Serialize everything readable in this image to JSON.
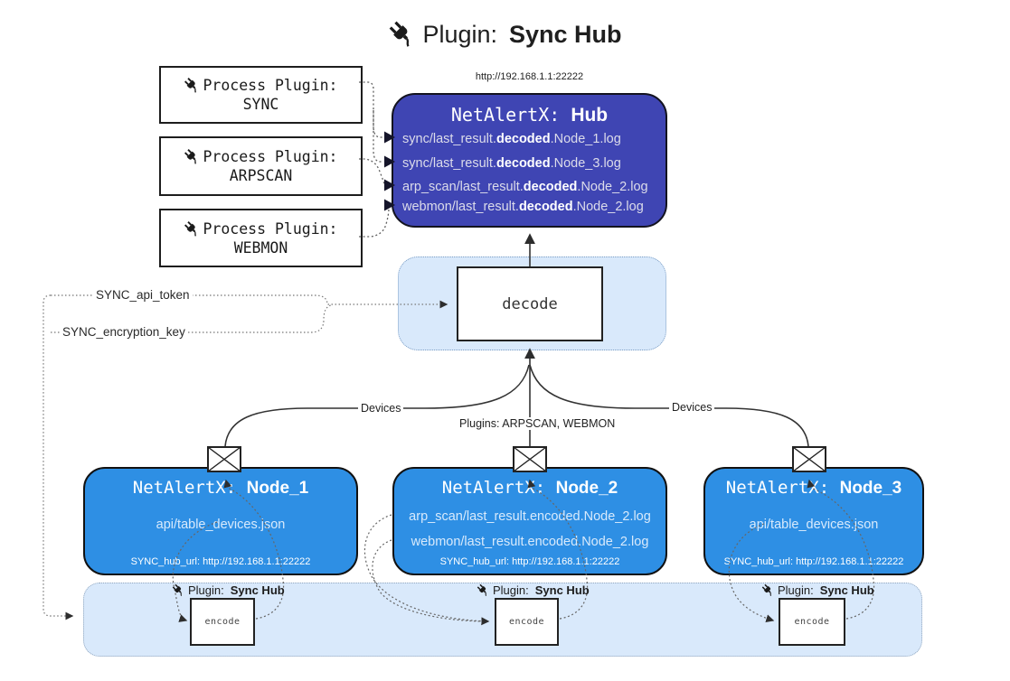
{
  "title": {
    "prefix": "Plugin:",
    "name": "Sync Hub"
  },
  "process_plugins": [
    {
      "label": "Process Plugin:",
      "name": "SYNC"
    },
    {
      "label": "Process Plugin:",
      "name": "ARPSCAN"
    },
    {
      "label": "Process Plugin:",
      "name": "WEBMON"
    }
  ],
  "hub": {
    "url": "http://192.168.1.1:22222",
    "title_prefix": "NetAlertX: ",
    "title_name": "Hub",
    "logs": [
      {
        "pre": "sync/last_result.",
        "bold": "decoded",
        "post": ".Node_1.log"
      },
      {
        "pre": "sync/last_result.",
        "bold": "decoded",
        "post": ".Node_3.log"
      },
      {
        "pre": "arp_scan/last_result.",
        "bold": "decoded",
        "post": ".Node_2.log"
      },
      {
        "pre": "webmon/last_result.",
        "bold": "decoded",
        "post": ".Node_2.log"
      }
    ]
  },
  "decode": {
    "label": "decode"
  },
  "config": {
    "api_token": "SYNC_api_token",
    "encryption_key": "SYNC_encryption_key"
  },
  "edges": {
    "devices_left": "Devices",
    "devices_right": "Devices",
    "plugins_mid": "Plugins: ARPSCAN, WEBMON"
  },
  "nodes": [
    {
      "title_prefix": "NetAlertX: ",
      "title_name": "Node_1",
      "files": [
        "api/table_devices.json"
      ],
      "hub_url": "SYNC_hub_url: http://192.168.1.1:22222"
    },
    {
      "title_prefix": "NetAlertX: ",
      "title_name": "Node_2",
      "files": [
        "arp_scan/last_result.encoded.Node_2.log",
        "webmon/last_result.encoded.Node_2.log"
      ],
      "hub_url": "SYNC_hub_url: http://192.168.1.1:22222"
    },
    {
      "title_prefix": "NetAlertX: ",
      "title_name": "Node_3",
      "files": [
        "api/table_devices.json"
      ],
      "hub_url": "SYNC_hub_url: http://192.168.1.1:22222"
    }
  ],
  "encoders": [
    {
      "plugin_label": "Plugin:",
      "plugin_name": "Sync Hub",
      "box": "encode"
    },
    {
      "plugin_label": "Plugin:",
      "plugin_name": "Sync Hub",
      "box": "encode"
    },
    {
      "plugin_label": "Plugin:",
      "plugin_name": "Sync Hub",
      "box": "encode"
    }
  ],
  "colors": {
    "hub_fill": "#3F45B3",
    "node_fill": "#2E8FE4",
    "container_fill": "#D9E9FB",
    "container_border": "#7D9EC4",
    "box_border": "#141414",
    "line": "#333333",
    "dotted_line": "#5F5F5F"
  }
}
